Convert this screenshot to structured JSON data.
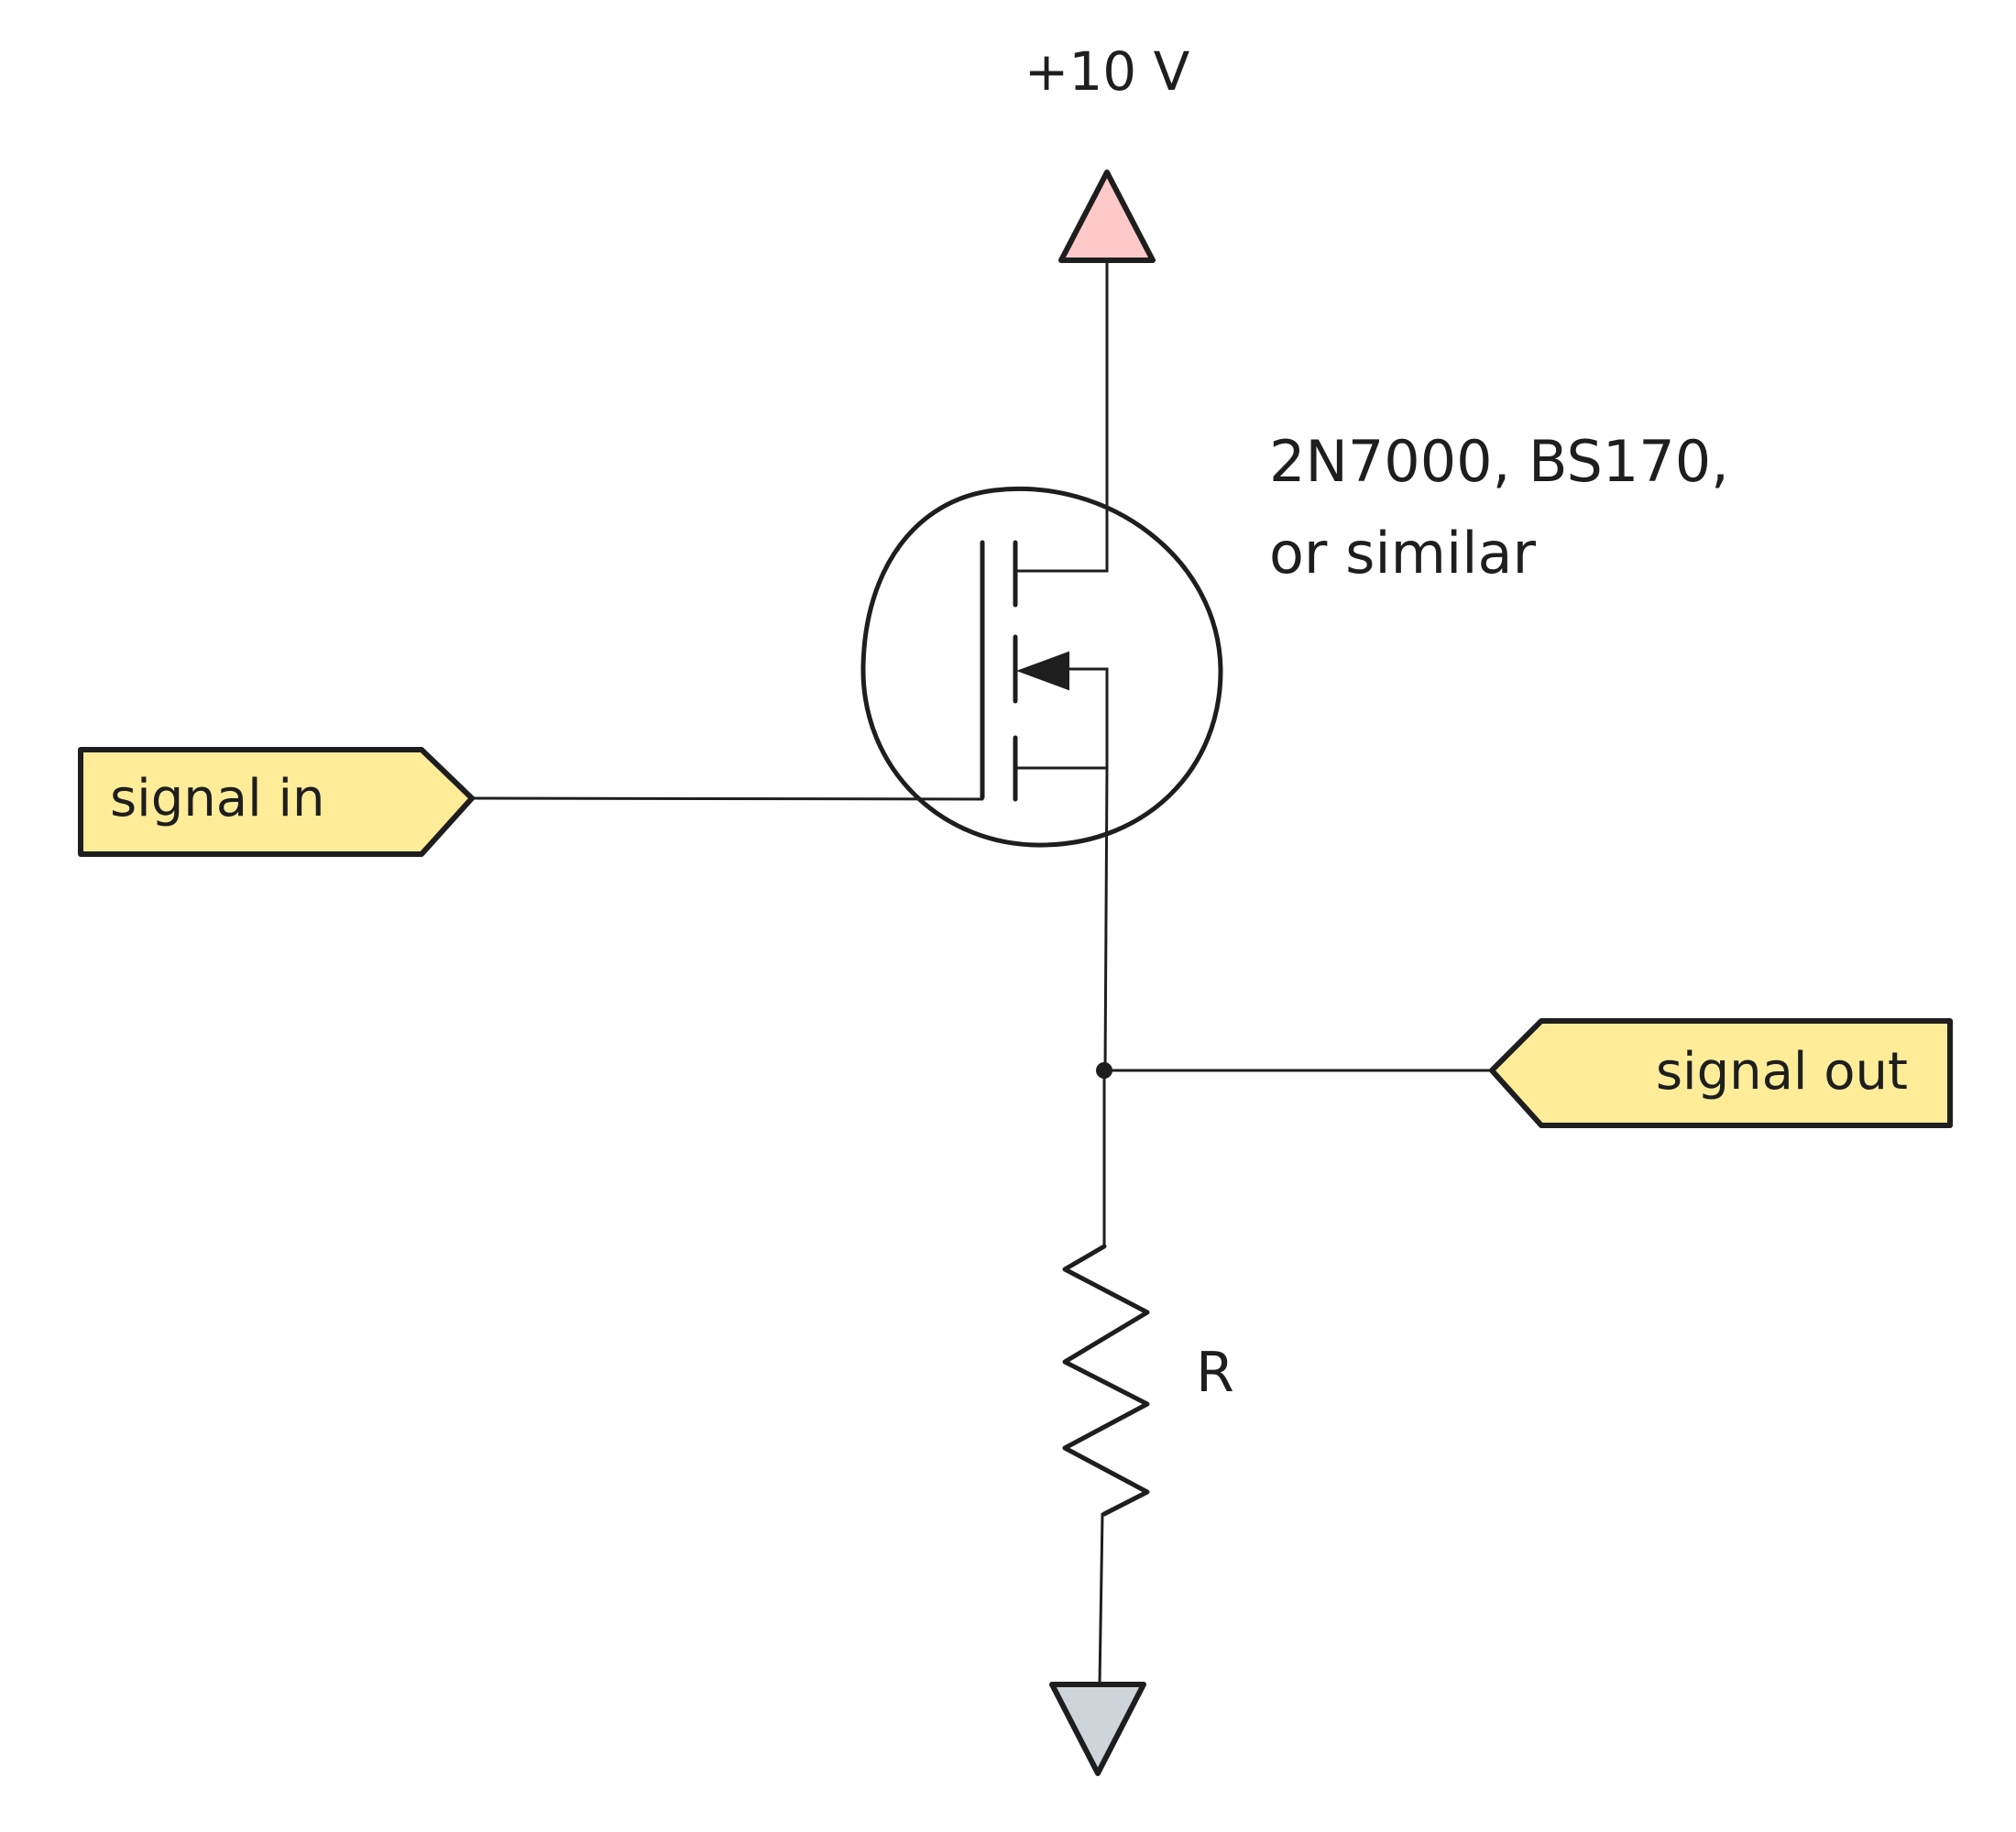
{
  "supply": {
    "label": "+10 V",
    "label_color": "#e03131",
    "symbol_fill": "#ffc9c9"
  },
  "ground": {
    "symbol_fill": "#ced4da"
  },
  "transistor": {
    "part_line1": "2N7000, BS170,",
    "part_line2": "or similar"
  },
  "input_port": {
    "label": "signal in"
  },
  "output_port": {
    "label": "signal out"
  },
  "resistor": {
    "label": "R"
  },
  "colors": {
    "ink": "#1e1e1e",
    "port_fill": "#ffec99"
  }
}
